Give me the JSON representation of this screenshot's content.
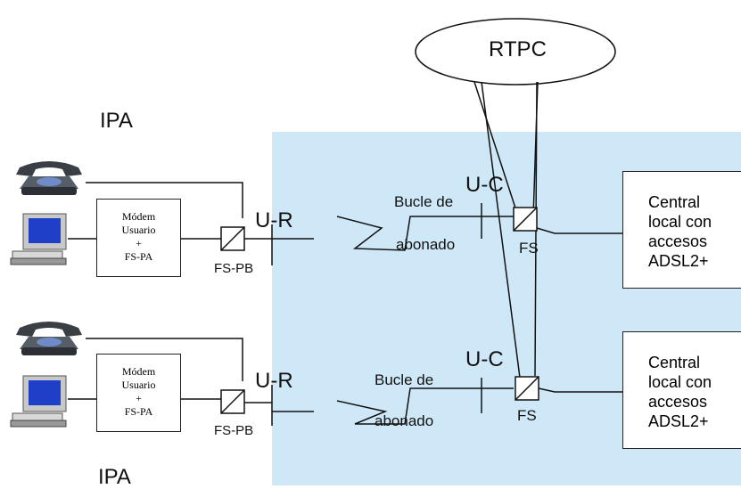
{
  "colors": {
    "network_area": "#cfe8f7",
    "line": "#111111",
    "phone_body": "#555d66",
    "phone_screen": "#6f8cc9",
    "pc_screen": "#1f3fc8"
  },
  "cloud": {
    "label": "RTPC"
  },
  "top": {
    "ipa_label": "IPA",
    "modem": {
      "line1": "Módem",
      "line2": "Usuario",
      "line3": "+",
      "line4": "FS-PA"
    },
    "splitter_pb_label": "FS-PB",
    "ur_label": "U-R",
    "uc_label": "U-C",
    "loop_label_1": "Bucle de",
    "loop_label_2": "abonado",
    "fs_label": "FS",
    "central": {
      "line1": "Central",
      "line2": "local con",
      "line3": "accesos",
      "line4": "ADSL2+"
    }
  },
  "bottom": {
    "ipa_label": "IPA",
    "modem": {
      "line1": "Módem",
      "line2": "Usuario",
      "line3": "+",
      "line4": "FS-PA"
    },
    "splitter_pb_label": "FS-PB",
    "ur_label": "U-R",
    "uc_label": "U-C",
    "loop_label_1": "Bucle de",
    "loop_label_2": "abonado",
    "fs_label": "FS",
    "central": {
      "line1": "Central",
      "line2": "local con",
      "line3": "accesos",
      "line4": "ADSL2+"
    }
  },
  "icons": [
    "telephone-icon",
    "computer-icon"
  ]
}
